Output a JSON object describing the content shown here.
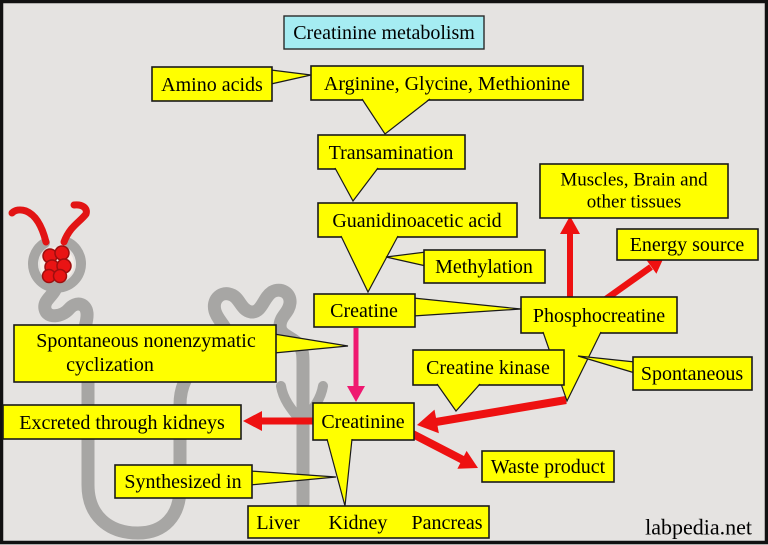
{
  "title": "Creatinine metabolism",
  "watermark": "labpedia.net",
  "colors": {
    "background": "#e5e3e1",
    "box_yellow": "#ffff00",
    "title_cyan": "#a5ecf2",
    "arrow_red": "#ee1111",
    "arrow_magenta": "#ef1870",
    "nephron_gray": "#a7a6a4",
    "glomerulus_red": "#e91414",
    "frame_black": "#111111"
  },
  "nodes": {
    "amino_acids": "Amino acids",
    "arginine_glycine_methionine": "Arginine, Glycine, Methionine",
    "transamination": "Transamination",
    "guanidinoacetic_acid": "Guanidinoacetic acid",
    "methylation": "Methylation",
    "creatine": "Creatine",
    "phosphocreatine": "Phosphocreatine",
    "muscles_line1": "Muscles, Brain and",
    "muscles_line2": "other tissues",
    "energy_source": "Energy source",
    "creatine_kinase": "Creatine kinase",
    "spontaneous": "Spontaneous",
    "cyclization_line1": "Spontaneous nonenzymatic",
    "cyclization_line2": "cyclization",
    "excreted": "Excreted through kidneys",
    "creatinine": "Creatinine",
    "waste_product": "Waste product",
    "synthesized_in": "Synthesized in"
  },
  "organs": {
    "liver": "Liver",
    "kidney": "Kidney",
    "pancreas": "Pancreas"
  }
}
